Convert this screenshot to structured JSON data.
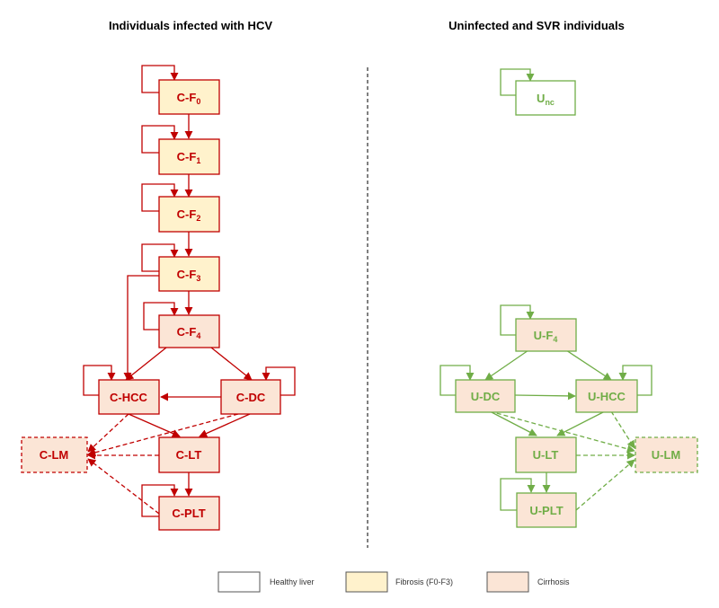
{
  "titles": {
    "left": "Individuals infected with HCV",
    "right": "Uninfected and SVR individuals"
  },
  "colors": {
    "hcv_line": "#c00000",
    "svr_line": "#70ad47",
    "fibrosis_fill": "#fff2cc",
    "cirrhosis_fill": "#fbe5d6",
    "healthy_fill": "#ffffff"
  },
  "nodes": {
    "c_f0": {
      "base": "C-F",
      "sub": "0"
    },
    "c_f1": {
      "base": "C-F",
      "sub": "1"
    },
    "c_f2": {
      "base": "C-F",
      "sub": "2"
    },
    "c_f3": {
      "base": "C-F",
      "sub": "3"
    },
    "c_f4": {
      "base": "C-F",
      "sub": "4"
    },
    "c_hcc": {
      "base": "C-HCC",
      "sub": ""
    },
    "c_dc": {
      "base": "C-DC",
      "sub": ""
    },
    "c_lm": {
      "base": "C-LM",
      "sub": ""
    },
    "c_lt": {
      "base": "C-LT",
      "sub": ""
    },
    "c_plt": {
      "base": "C-PLT",
      "sub": ""
    },
    "u_nc": {
      "base": "U",
      "sub": "nc"
    },
    "u_f4": {
      "base": "U-F",
      "sub": "4"
    },
    "u_dc": {
      "base": "U-DC",
      "sub": ""
    },
    "u_hcc": {
      "base": "U-HCC",
      "sub": ""
    },
    "u_lt": {
      "base": "U-LT",
      "sub": ""
    },
    "u_lm": {
      "base": "U-LM",
      "sub": ""
    },
    "u_plt": {
      "base": "U-PLT",
      "sub": ""
    }
  },
  "legend": [
    {
      "label": "Healthy liver",
      "fill": "#ffffff"
    },
    {
      "label": "Fibrosis (F0-F3)",
      "fill": "#fff2cc"
    },
    {
      "label": "Cirrhosis",
      "fill": "#fbe5d6"
    }
  ]
}
